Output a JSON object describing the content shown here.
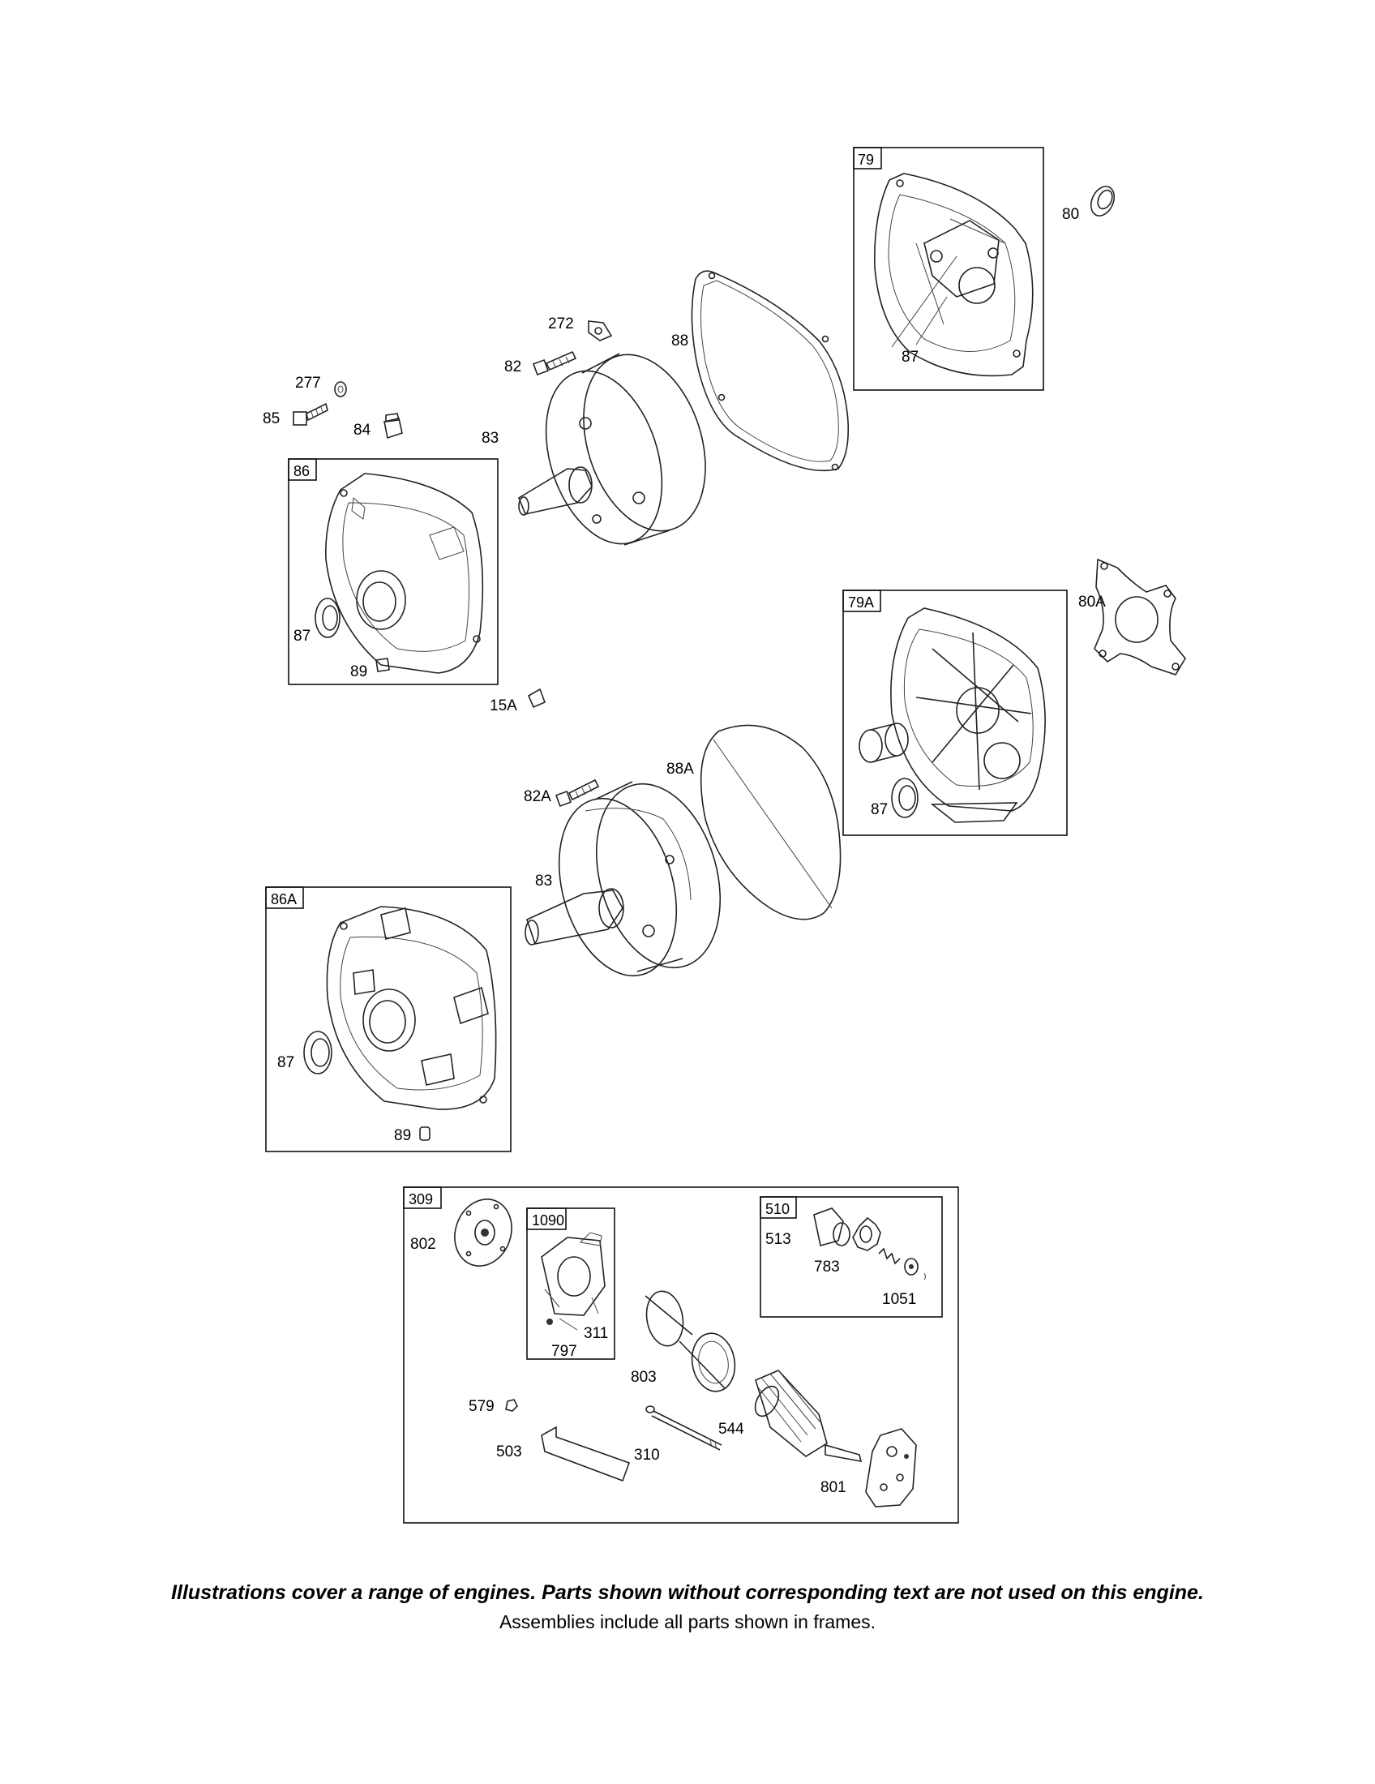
{
  "frames": {
    "f79": "79",
    "f86": "86",
    "f79a": "79A",
    "f86a": "86A",
    "f309": "309",
    "f1090": "1090",
    "f510": "510"
  },
  "callouts": {
    "c80": "80",
    "c87_top": "87",
    "c88": "88",
    "c272": "272",
    "c82": "82",
    "c277": "277",
    "c85": "85",
    "c84": "84",
    "c83_top": "83",
    "c87_86": "87",
    "c89_86": "89",
    "c15a": "15A",
    "c80a": "80A",
    "c88a": "88A",
    "c82a": "82A",
    "c87_79a": "87",
    "c83_mid": "83",
    "c87_86a": "87",
    "c89_86a": "89",
    "c802": "802",
    "c311": "311",
    "c797": "797",
    "c513": "513",
    "c783": "783",
    "c1051": "1051",
    "c803": "803",
    "c579": "579",
    "c544": "544",
    "c503": "503",
    "c310": "310",
    "c801": "801"
  },
  "footer": {
    "note_bold": "Illustrations cover a range of engines. Parts shown without corresponding text are not used on this engine.",
    "note": "Assemblies include all parts shown in frames."
  }
}
